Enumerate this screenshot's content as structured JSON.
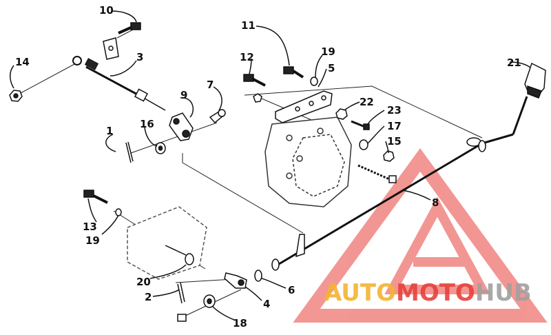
{
  "callouts": [
    {
      "id": "10",
      "text": "10"
    },
    {
      "id": "3",
      "text": "3"
    },
    {
      "id": "14",
      "text": "14"
    },
    {
      "id": "9",
      "text": "9"
    },
    {
      "id": "7",
      "text": "7"
    },
    {
      "id": "1",
      "text": "1"
    },
    {
      "id": "16",
      "text": "16"
    },
    {
      "id": "11",
      "text": "11"
    },
    {
      "id": "19a",
      "text": "19"
    },
    {
      "id": "5",
      "text": "5"
    },
    {
      "id": "12",
      "text": "12"
    },
    {
      "id": "22",
      "text": "22"
    },
    {
      "id": "23",
      "text": "23"
    },
    {
      "id": "17",
      "text": "17"
    },
    {
      "id": "15",
      "text": "15"
    },
    {
      "id": "21",
      "text": "21"
    },
    {
      "id": "8",
      "text": "8"
    },
    {
      "id": "13",
      "text": "13"
    },
    {
      "id": "19b",
      "text": "19"
    },
    {
      "id": "20",
      "text": "20"
    },
    {
      "id": "2",
      "text": "2"
    },
    {
      "id": "4",
      "text": "4"
    },
    {
      "id": "6",
      "text": "6"
    },
    {
      "id": "18",
      "text": "18"
    }
  ],
  "watermark": {
    "part1": "AUTO",
    "part2": "MOTO",
    "part3": "HUB",
    "color_auto": "#f5b330",
    "color_moto": "#e8413c",
    "color_hub": "#a0a0a0",
    "logo_color": "#e8413c"
  }
}
